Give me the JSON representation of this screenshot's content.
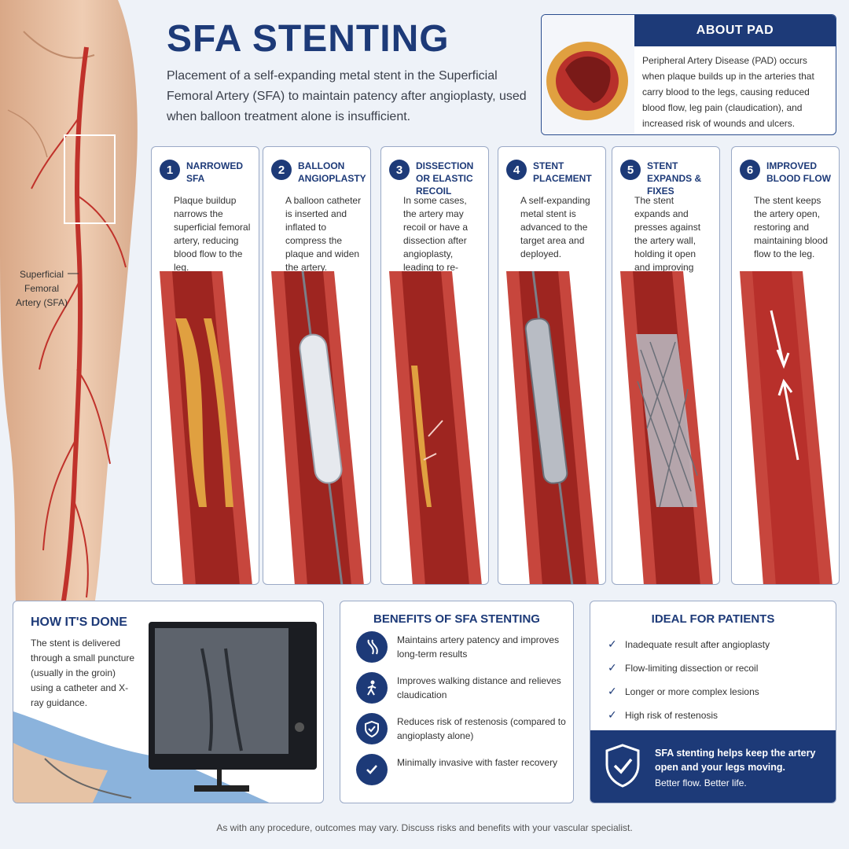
{
  "header": {
    "title": "SFA STENTING",
    "subtitle": "Placement of a self-expanding metal stent in the Superficial Femoral Artery (SFA) to maintain patency after angioplasty, used when balloon treatment alone is insufficient."
  },
  "leg": {
    "label": "Superficial Femoral Artery (SFA)"
  },
  "about": {
    "heading": "ABOUT PAD",
    "text": "Peripheral Artery Disease (PAD) occurs when plaque builds up in the arteries that carry blood to the legs, causing reduced blood flow, leg pain (claudication), and increased risk of wounds and ulcers."
  },
  "steps": [
    {
      "num": "1",
      "title": "Narrowed SFA",
      "text": "Plaque buildup narrows the superficial femoral artery, reducing blood flow to the leg."
    },
    {
      "num": "2",
      "title": "Balloon Angioplasty",
      "text": "A balloon catheter is inserted and inflated to compress the plaque and widen the artery."
    },
    {
      "num": "3",
      "title": "Dissection or Elastic Recoil",
      "text": "In some cases, the artery may recoil or have a dissection after angioplasty, leading to re-narrowing."
    },
    {
      "num": "4",
      "title": "Stent Placement",
      "text": "A self-expanding metal stent is advanced to the target area and deployed."
    },
    {
      "num": "5",
      "title": "Stent Expands & Fixes",
      "text": "The stent expands and presses against the artery wall, holding it open and improving blood flow."
    },
    {
      "num": "6",
      "title": "Improved Blood Flow",
      "text": "The stent keeps the artery open, restoring and maintaining blood flow to the leg."
    }
  ],
  "how": {
    "title": "HOW IT'S DONE",
    "text": "The stent is delivered through a small puncture (usually in the groin) using a catheter and X-ray guidance."
  },
  "benefits": {
    "title": "BENEFITS OF SFA STENTING",
    "items": [
      {
        "icon": "artery-icon",
        "text": "Maintains artery patency and improves long-term results"
      },
      {
        "icon": "walking-icon",
        "text": "Improves walking distance and relieves claudication"
      },
      {
        "icon": "shield-check-icon",
        "text": "Reduces risk of restenosis (compared to angioplasty alone)"
      },
      {
        "icon": "check-icon",
        "text": "Minimally invasive with faster recovery"
      }
    ]
  },
  "ideal": {
    "title": "IDEAL FOR PATIENTS",
    "items": [
      "Inadequate result after angioplasty",
      "Flow-limiting dissection or recoil",
      "Longer or more complex lesions",
      "High risk of restenosis"
    ],
    "banner_main": "SFA stenting helps keep the artery open and your legs moving.",
    "banner_tag": "Better flow. Better life."
  },
  "footer": {
    "note": "As with any procedure, outcomes may vary. Discuss risks and benefits with your vascular specialist."
  },
  "colors": {
    "navy": "#1d3a78",
    "artery": "#b8302b",
    "plaque": "#e0a040",
    "skin": "#e9c3a6"
  }
}
